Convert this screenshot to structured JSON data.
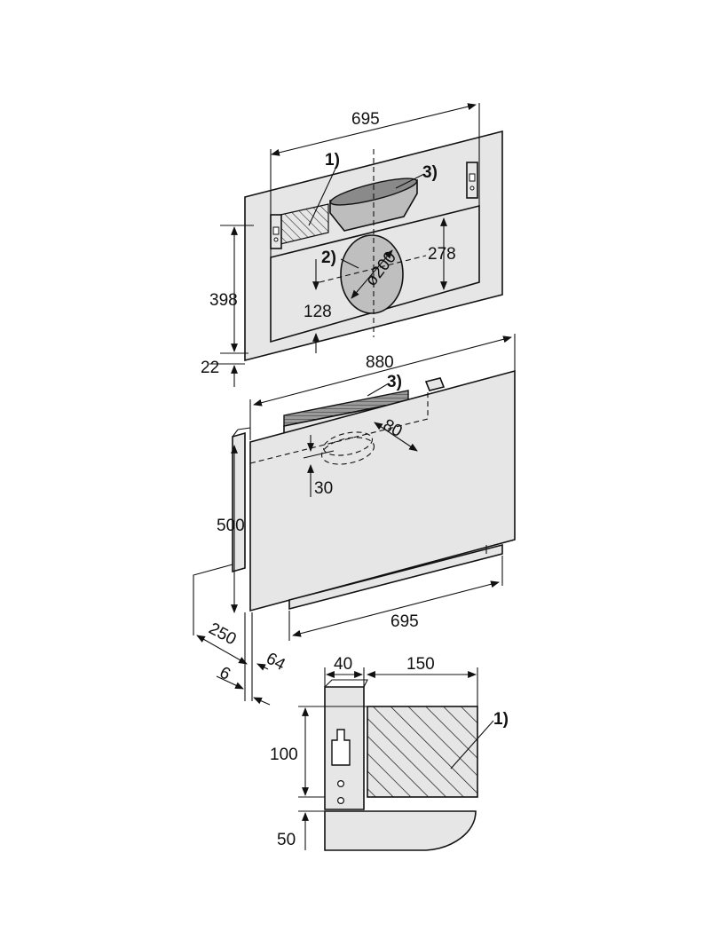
{
  "dimensions": {
    "top_width": "695",
    "top_height": "398",
    "top_bottom_offset": "22",
    "duct_height": "278",
    "duct_center": "128",
    "hood_total_width": "880",
    "hood_depth_80": "80",
    "hood_offset_30": "30",
    "hood_height": "500",
    "hood_bottom_width": "695",
    "depth_250": "250",
    "depth_6": "6",
    "depth_64": "64",
    "bracket_40": "40",
    "bracket_150": "150",
    "bracket_100": "100",
    "bracket_50": "50"
  },
  "callouts": {
    "c1_top": "1)",
    "c2_top": "2)",
    "c3_top": "3)",
    "c3_hood": "3)",
    "c1_bracket": "1)",
    "diameter": "ø200"
  }
}
